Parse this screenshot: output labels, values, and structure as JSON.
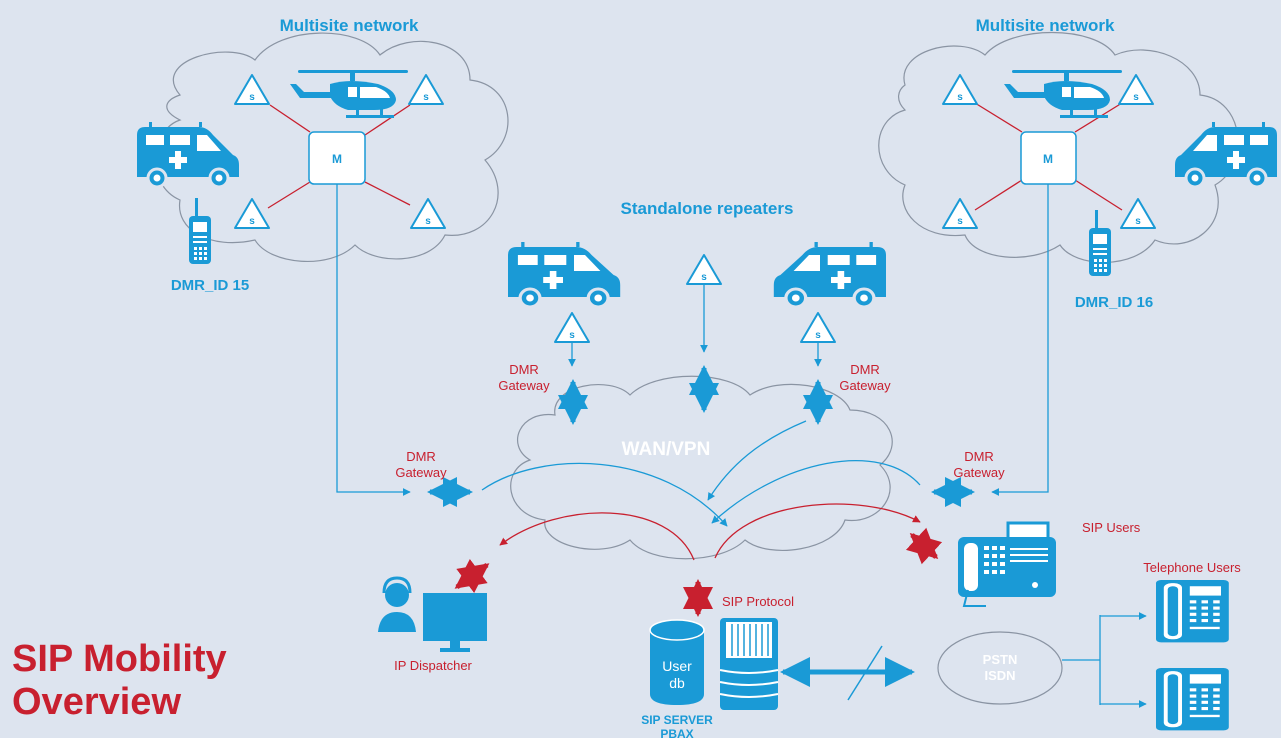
{
  "labels": {
    "multisite_left": "Multisite network",
    "multisite_right": "Multisite network",
    "standalone": "Standalone repeaters",
    "dmr_id_15": "DMR_ID 15",
    "dmr_id_16": "DMR_ID 16",
    "wan": "WAN/VPN",
    "dmr": "DMR",
    "gateway": "Gateway",
    "sip_users": "SIP Users",
    "telephone_users": "Telephone Users",
    "sip_protocol": "SIP Protocol",
    "ip_dispatcher": "IP Dispatcher",
    "user": "User",
    "db": "db",
    "sip_server": "SIP SERVER",
    "pbax": "PBAX",
    "pstn": "PSTN",
    "isdn": "ISDN",
    "repeater_s": "s",
    "master_m": "M",
    "title_line1": "SIP Mobility",
    "title_line2": "Overview"
  },
  "colors": {
    "background": "#dde4ef",
    "blue": "#1a9ad6",
    "red": "#c8202f",
    "cloud_stroke": "#8a94a3"
  }
}
